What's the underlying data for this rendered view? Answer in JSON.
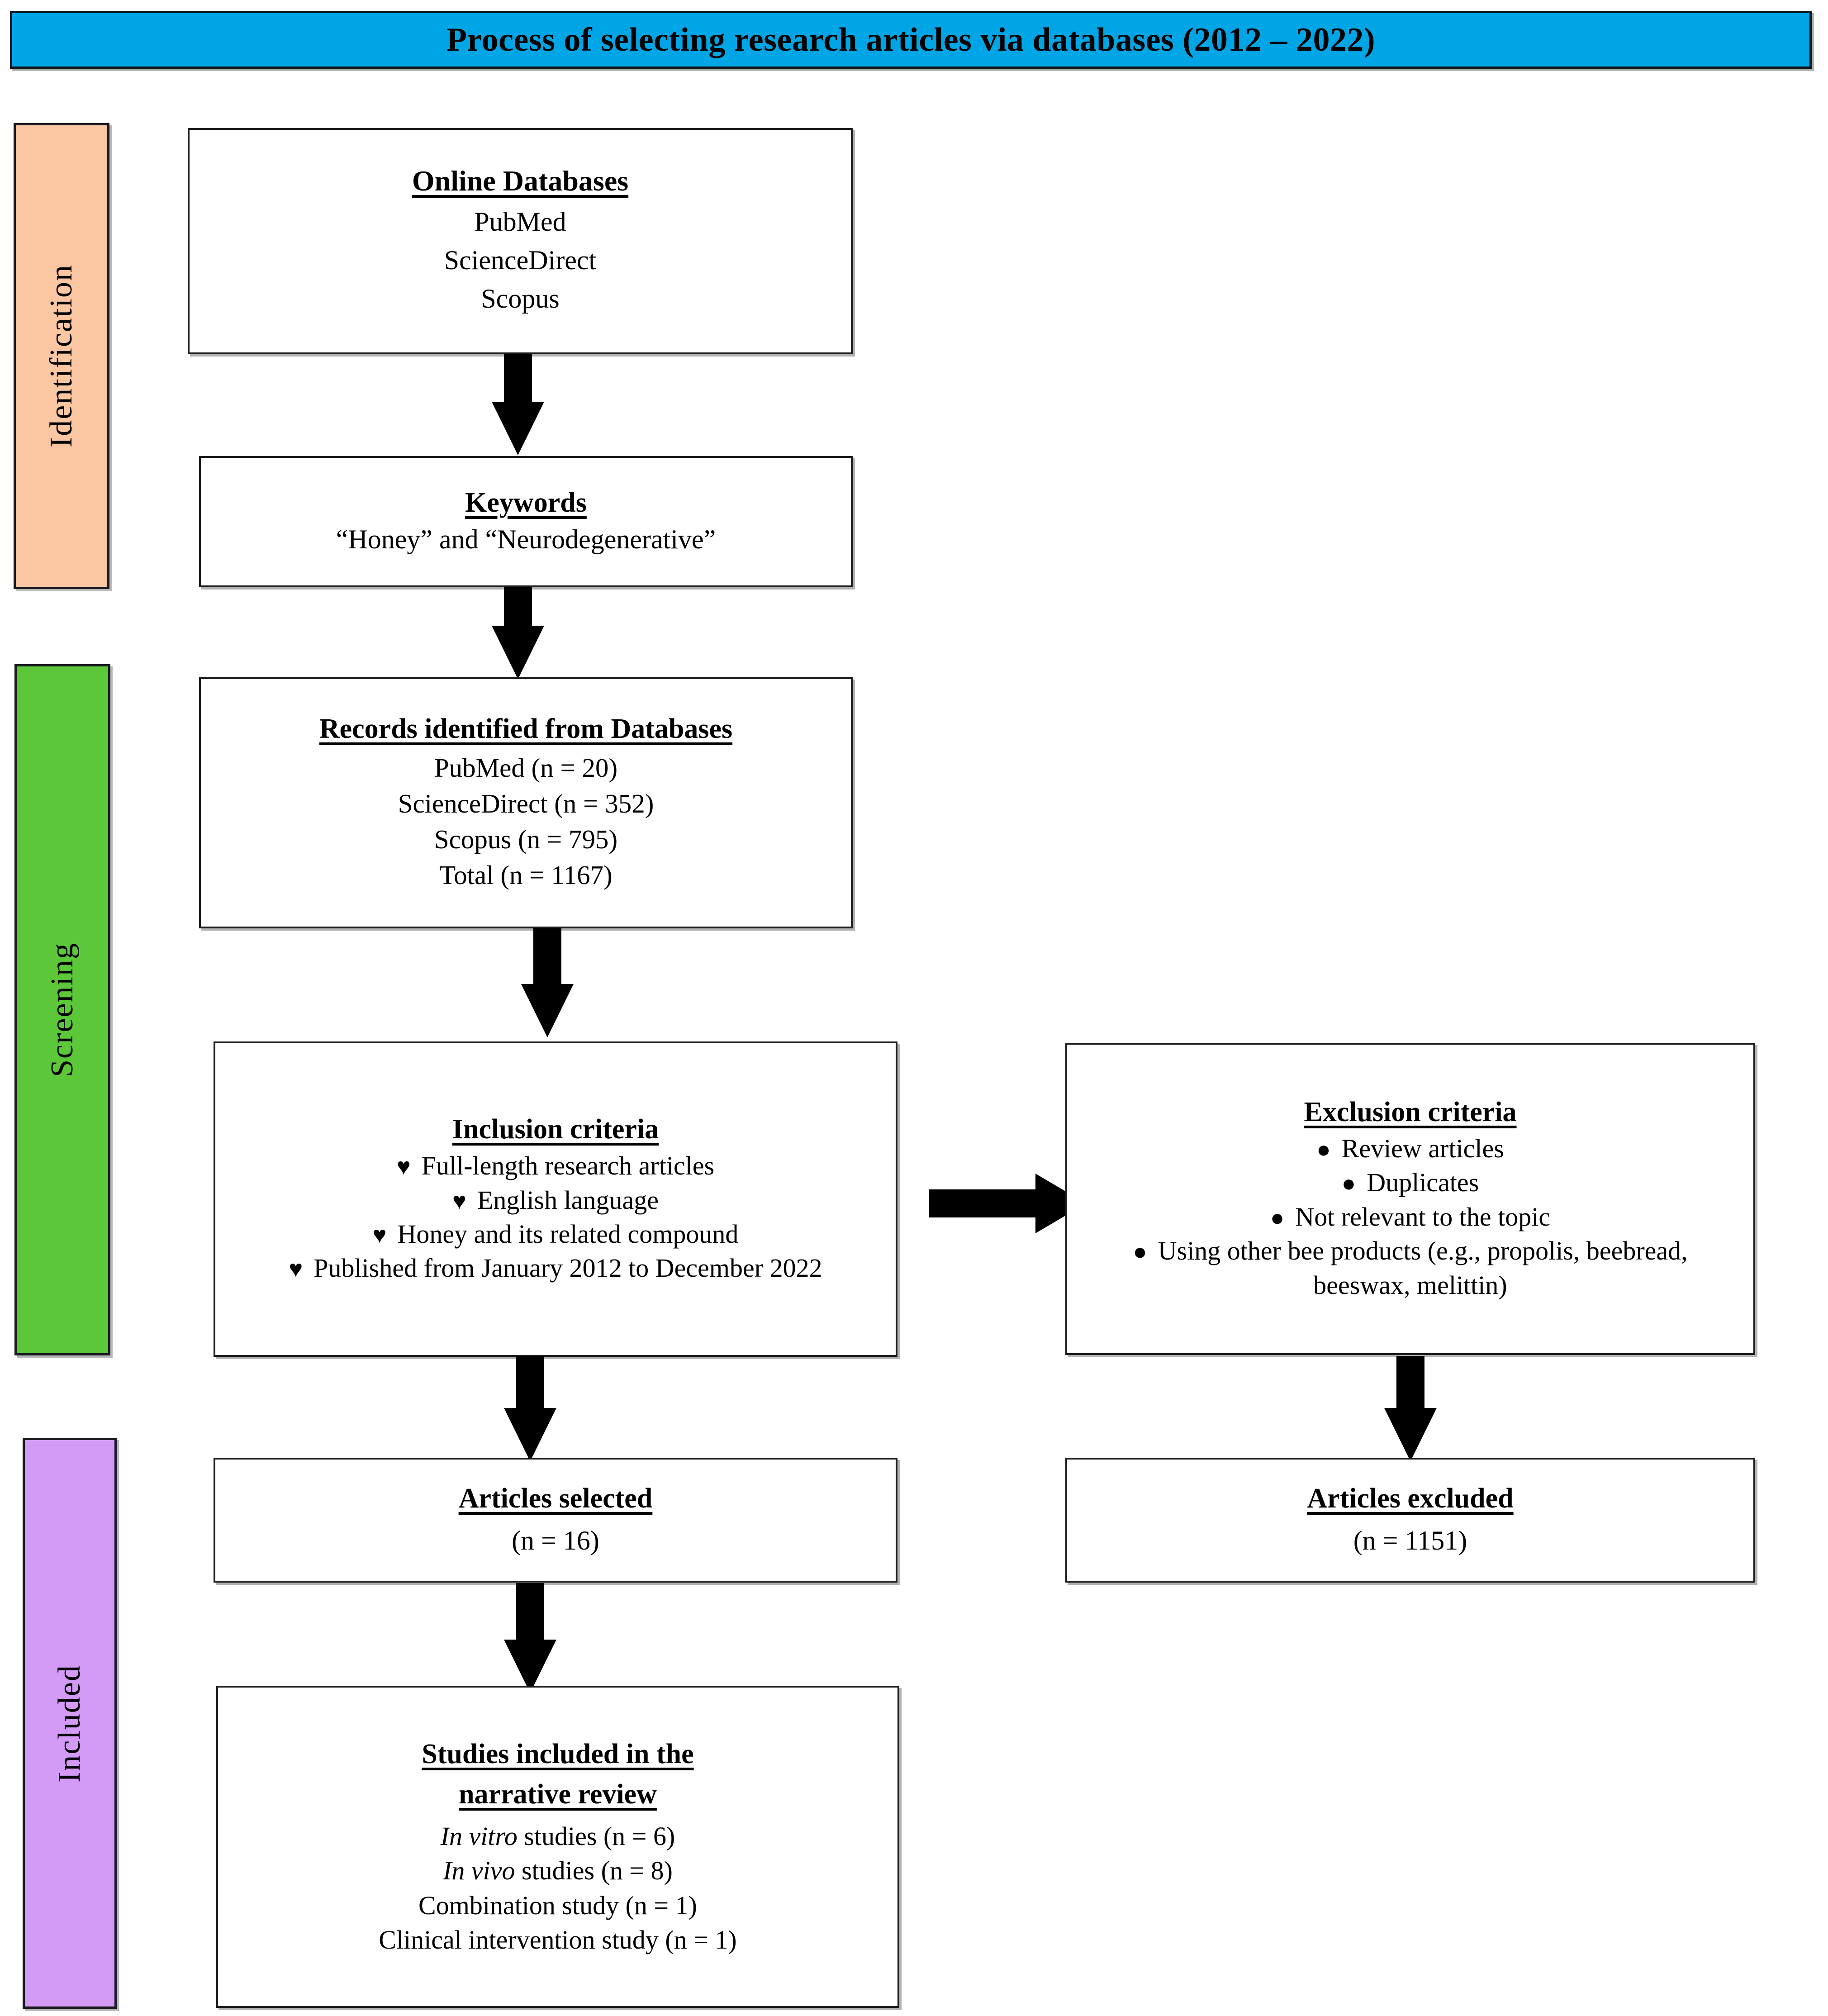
{
  "title": {
    "text": "Process of selecting research articles via databases (2012 – 2022)",
    "background_color": "#00A5E5"
  },
  "stages": [
    {
      "label": "Identification",
      "color": "#FBC7A2"
    },
    {
      "label": "Screening",
      "color": "#5CC839"
    },
    {
      "label": "Included",
      "color": "#D39BF6"
    }
  ],
  "boxes": {
    "online_databases": {
      "heading": "Online Databases",
      "lines": [
        "PubMed",
        "ScienceDirect",
        "Scopus"
      ]
    },
    "keywords": {
      "heading": "Keywords",
      "lines": [
        "“Honey” and “Neurodegenerative”"
      ]
    },
    "records_identified": {
      "heading": "Records identified from Databases",
      "lines": [
        "PubMed (n = 20)",
        "ScienceDirect (n = 352)",
        "Scopus (n = 795)",
        "Total (n = 1167)"
      ]
    },
    "inclusion_criteria": {
      "heading": "Inclusion criteria",
      "bullet_marker": "♥",
      "items": [
        "Full-length research articles",
        "English language",
        "Honey and its related compound",
        "Published from January 2012 to December 2022"
      ]
    },
    "exclusion_criteria": {
      "heading": "Exclusion criteria",
      "bullet_marker": "●",
      "items": [
        "Review articles",
        "Duplicates",
        "Not relevant to the topic",
        "Using other bee products (e.g., propolis, beebread, beeswax, melittin)"
      ]
    },
    "articles_selected": {
      "heading": "Articles selected",
      "lines": [
        "(n = 16)"
      ]
    },
    "articles_excluded": {
      "heading": "Articles excluded",
      "lines": [
        "(n = 1151)"
      ]
    },
    "studies_included": {
      "heading_line_1": "Studies included in the",
      "heading_line_2": "narrative review",
      "entries": [
        {
          "italic": "In vitro",
          "rest": " studies (n = 6)"
        },
        {
          "italic": "In vivo",
          "rest": " studies (n = 8)"
        },
        {
          "italic": "",
          "rest": "Combination study (n = 1)"
        },
        {
          "italic": "",
          "rest": "Clinical intervention study (n = 1)"
        }
      ]
    }
  },
  "chart_data": {
    "type": "table",
    "title": "Process of selecting research articles via databases (2012 – 2022)",
    "records_by_database": {
      "categories": [
        "PubMed",
        "ScienceDirect",
        "Scopus",
        "Total"
      ],
      "values": [
        20,
        352,
        795,
        1167
      ]
    },
    "screening_outcome": {
      "categories": [
        "Articles selected",
        "Articles excluded"
      ],
      "values": [
        16,
        1151
      ]
    },
    "included_study_types": {
      "categories": [
        "In vitro studies",
        "In vivo studies",
        "Combination study",
        "Clinical intervention study"
      ],
      "values": [
        6,
        8,
        1,
        1
      ]
    },
    "date_range": [
      2012,
      2022
    ]
  }
}
